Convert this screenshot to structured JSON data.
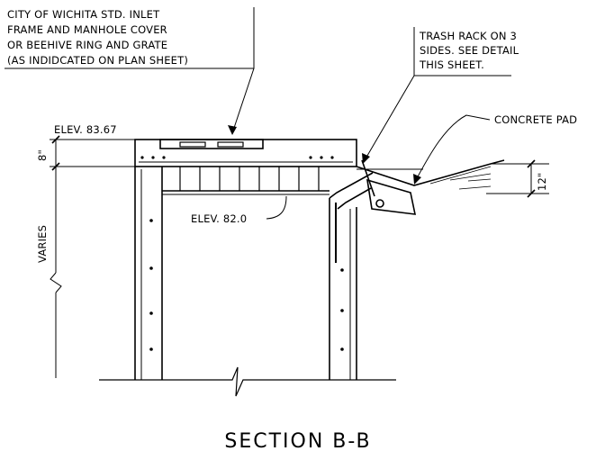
{
  "callouts": {
    "inlet_frame": [
      "CITY OF WICHITA STD. INLET",
      "FRAME AND MANHOLE COVER",
      "OR BEEHIVE RING AND GRATE",
      "(AS INDIDCATED ON PLAN SHEET)"
    ],
    "trash_rack": [
      "TRASH RACK ON 3",
      "SIDES. SEE DETAIL",
      "THIS SHEET."
    ],
    "concrete_pad": "CONCRETE PAD"
  },
  "dimensions": {
    "top_elevation": "ELEV. 83.67",
    "inner_elevation": "ELEV. 82.0",
    "slab_thickness": "8\"",
    "pad_depth": "12\"",
    "wall_height": "VARIES"
  },
  "section_title": "SECTION B-B"
}
